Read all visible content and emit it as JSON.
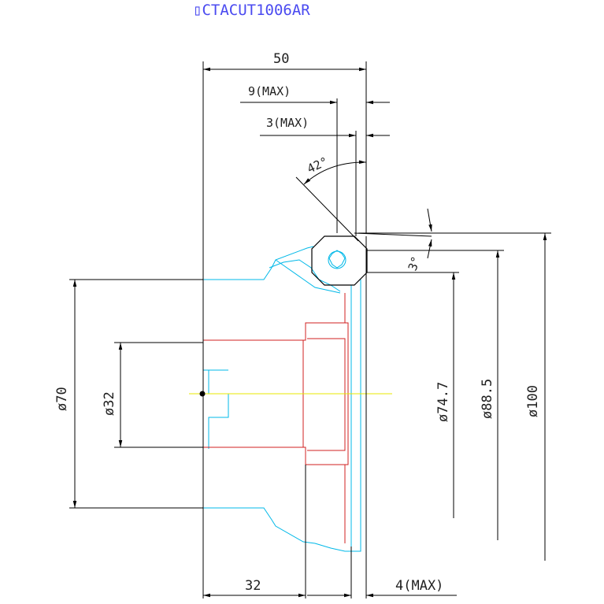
{
  "title": "▯CTACUT1006AR",
  "dimensions": {
    "overall_length": "50",
    "nine_max": "9(MAX)",
    "three_max": "3(MAX)",
    "angle_42": "42°",
    "angle_3": "3°",
    "dia_70": "ø70",
    "dia_32": "ø32",
    "dia_74_7": "ø74.7",
    "dia_88_5": "ø88.5",
    "dia_100": "ø100",
    "bottom_32": "32",
    "four_max": "4(MAX)"
  },
  "colors": {
    "body_outline": "#00b8e8",
    "hub_outline": "#d02020",
    "centerline": "#e8e800",
    "dimension_lines": "#000000",
    "title": "#4a4af0"
  }
}
